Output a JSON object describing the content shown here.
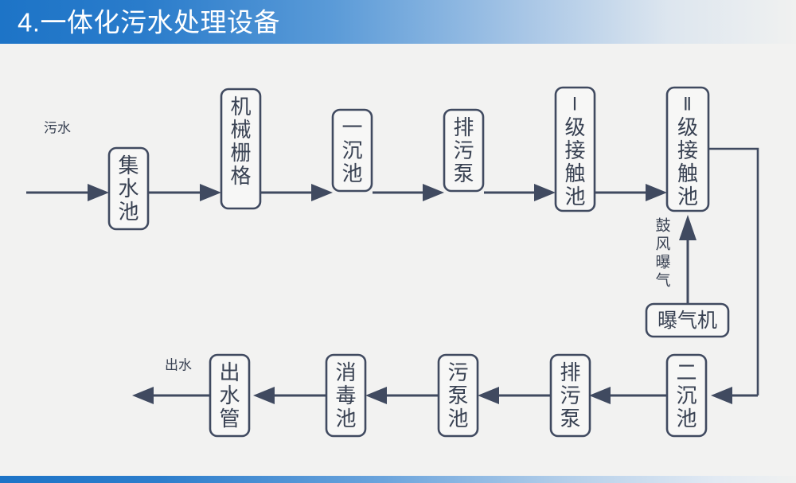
{
  "slide": {
    "title": "4.一体化污水处理设备",
    "accent_color": "#1d74c7",
    "background_color": "#f2f2f1",
    "line_color": "#404a60"
  },
  "diagram": {
    "type": "process-flow",
    "inlet_label": "污水",
    "outlet_label": "出水",
    "aeration_label": "鼓风曝气",
    "row1": [
      {
        "id": "collect-tank",
        "label": "集水池",
        "chars": [
          "集",
          "水",
          "池"
        ]
      },
      {
        "id": "mech-screen",
        "label": "机械栅格",
        "chars": [
          "机",
          "械",
          "栅",
          "格"
        ]
      },
      {
        "id": "primary-settle",
        "label": "一沉池",
        "chars": [
          "一",
          "沉",
          "池"
        ]
      },
      {
        "id": "sewage-pump-1",
        "label": "排污泵",
        "chars": [
          "排",
          "污",
          "泵"
        ]
      },
      {
        "id": "contact-pool-1",
        "label": "Ⅰ级接触池",
        "prefix": "Ⅰ",
        "chars": [
          "级",
          "接",
          "触",
          "池"
        ]
      },
      {
        "id": "contact-pool-2",
        "label": "Ⅱ级接触池",
        "prefix": "Ⅱ",
        "chars": [
          "级",
          "接",
          "触",
          "池"
        ]
      }
    ],
    "aerator": {
      "id": "aerator",
      "label": "曝气机"
    },
    "row2": [
      {
        "id": "secondary-settle",
        "label": "二沉池",
        "chars": [
          "二",
          "沉",
          "池"
        ]
      },
      {
        "id": "sewage-pump-2",
        "label": "排污泵",
        "chars": [
          "排",
          "污",
          "泵"
        ]
      },
      {
        "id": "sludge-pump-tank",
        "label": "污泵池",
        "chars": [
          "污",
          "泵",
          "池"
        ]
      },
      {
        "id": "disinfect-tank",
        "label": "消毒池",
        "chars": [
          "消",
          "毒",
          "池"
        ]
      },
      {
        "id": "outlet-pipe",
        "label": "出水管",
        "chars": [
          "出",
          "水",
          "管"
        ]
      }
    ]
  }
}
